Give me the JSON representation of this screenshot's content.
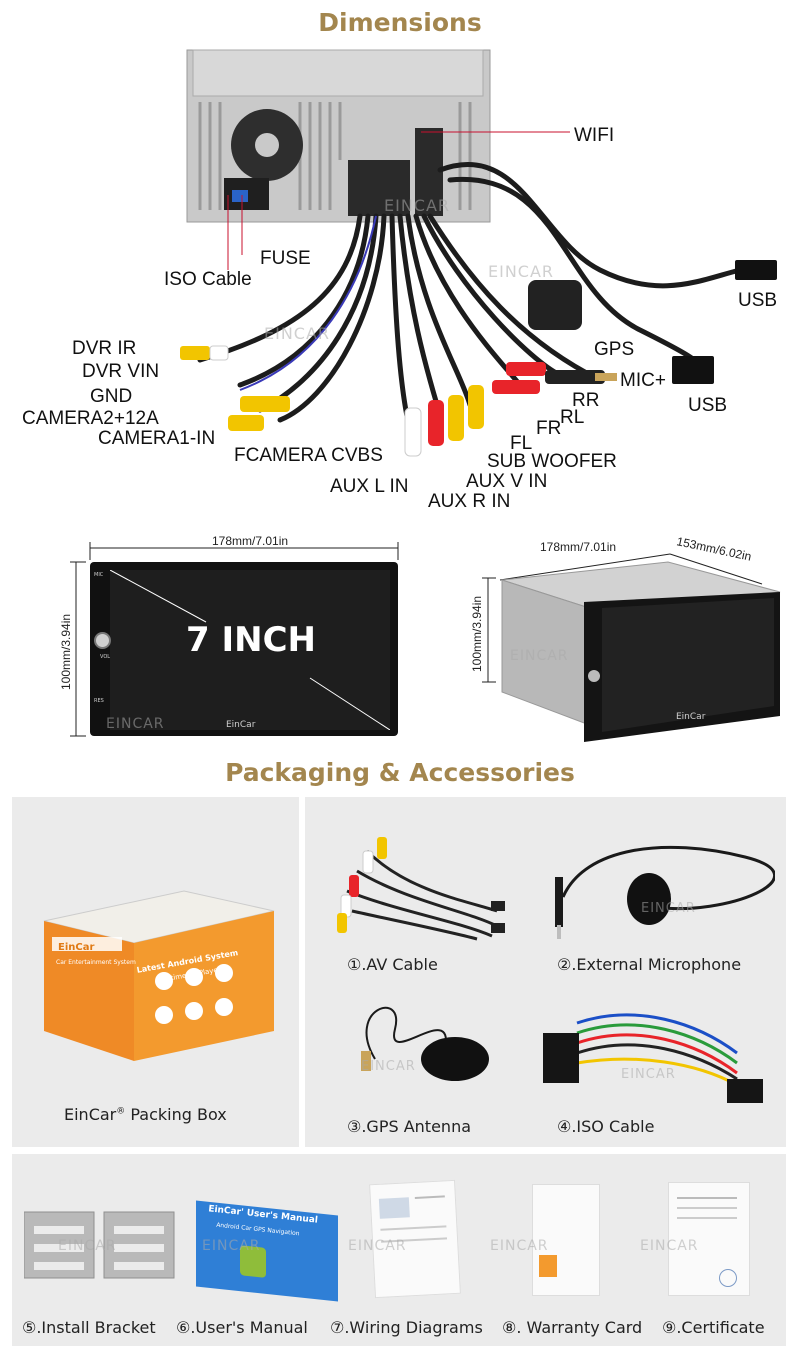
{
  "sections": {
    "dimensions": "Dimensions",
    "packaging": "Packaging & Accessories"
  },
  "wiring_labels": {
    "wifi": "WIFI",
    "fuse": "FUSE",
    "iso_cable": "ISO Cable",
    "usb1": "USB",
    "gps": "GPS",
    "mic": "MIC+",
    "usb2": "USB",
    "rr": "RR",
    "rl": "RL",
    "fr": "FR",
    "fl": "FL",
    "sub_woofer": "SUB WOOFER",
    "aux_v_in": "AUX V IN",
    "aux_r_in": "AUX R IN",
    "aux_l_in": "AUX L IN",
    "fcamera_cvbs": "FCAMERA CVBS",
    "dvr_ir": "DVR IR",
    "dvr_vin": "DVR VIN",
    "gnd": "GND",
    "camera2_12a": "CAMERA2+12A",
    "camera1_in": "CAMERA1-IN"
  },
  "watermark": "EINCAR",
  "front_view": {
    "width_label": "178mm/7.01in",
    "height_label": "100mm/3.94in",
    "screen_size": "7 INCH",
    "brand": "EinCar",
    "button_labels": [
      "MIC",
      "VOL",
      "RES"
    ]
  },
  "side_view": {
    "width_label": "178mm/7.01in",
    "depth_label": "153mm/6.02in",
    "height_label": "100mm/3.94in",
    "brand": "EinCar"
  },
  "box": {
    "caption_brand": "EinCar",
    "caption_reg": "®",
    "caption_rest": " Packing Box",
    "box_brand": "EinCar",
    "box_sub": "Car Entertainment System",
    "box_title": "Latest Android System",
    "box_subtitle": "Multimedia Player"
  },
  "accessories": {
    "av_cable": "①.AV Cable",
    "mic": "②.External Microphone",
    "gps": "③.GPS Antenna",
    "iso": "④.ISO Cable"
  },
  "manual": {
    "title": "EinCar' User's Manual",
    "subtitle": "Android Car GPS Navigation"
  },
  "bottom": {
    "bracket": "⑤.Install Bracket",
    "manual": "⑥.User's Manual",
    "wiring": "⑦.Wiring Diagrams",
    "warranty": "⑧. Warranty Card",
    "certificate": "⑨.Certificate"
  },
  "colors": {
    "heading": "#a3864e",
    "panel_bg": "#ebebeb"
  }
}
